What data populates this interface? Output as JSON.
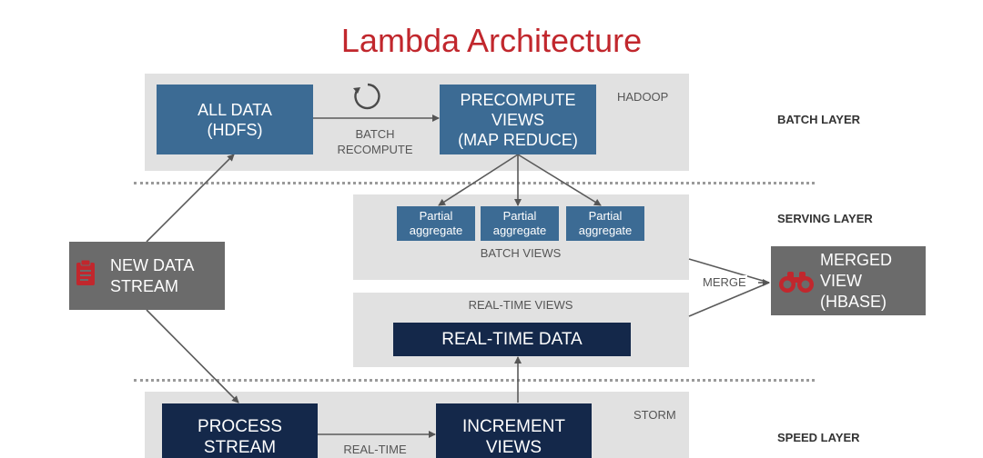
{
  "title": "Lambda Architecture",
  "layers": {
    "batch": "BATCH LAYER",
    "serving": "SERVING LAYER",
    "speed": "SPEED LAYER"
  },
  "tags": {
    "hadoop": "HADOOP",
    "storm": "STORM"
  },
  "boxes": {
    "all_data": "ALL DATA\n(HDFS)",
    "precompute": "PRECOMPUTE\nVIEWS\n(MAP REDUCE)",
    "new_data": "NEW DATA\nSTREAM",
    "merged": "MERGED\nVIEW\n(HBASE)",
    "realtime_data": "REAL-TIME DATA",
    "process_stream": "PROCESS\nSTREAM",
    "increment_views": "INCREMENT\nVIEWS"
  },
  "partials": [
    "Partial\naggregate",
    "Partial\naggregate",
    "Partial\naggregate"
  ],
  "labels": {
    "batch_recompute": "BATCH\nRECOMPUTE",
    "batch_views": "BATCH VIEWS",
    "realtime_views": "REAL-TIME VIEWS",
    "merge": "MERGE",
    "realtime": "REAL-TIME"
  },
  "icons": {
    "refresh": "refresh-icon",
    "clipboard": "clipboard-icon",
    "binoculars": "binoculars-icon"
  },
  "colors": {
    "title": "#c1272d",
    "batch_box": "#3c6b94",
    "speed_box": "#14284a",
    "panel": "#e1e1e1",
    "source_box": "#6b6b6b",
    "icon_red": "#c1272d"
  }
}
